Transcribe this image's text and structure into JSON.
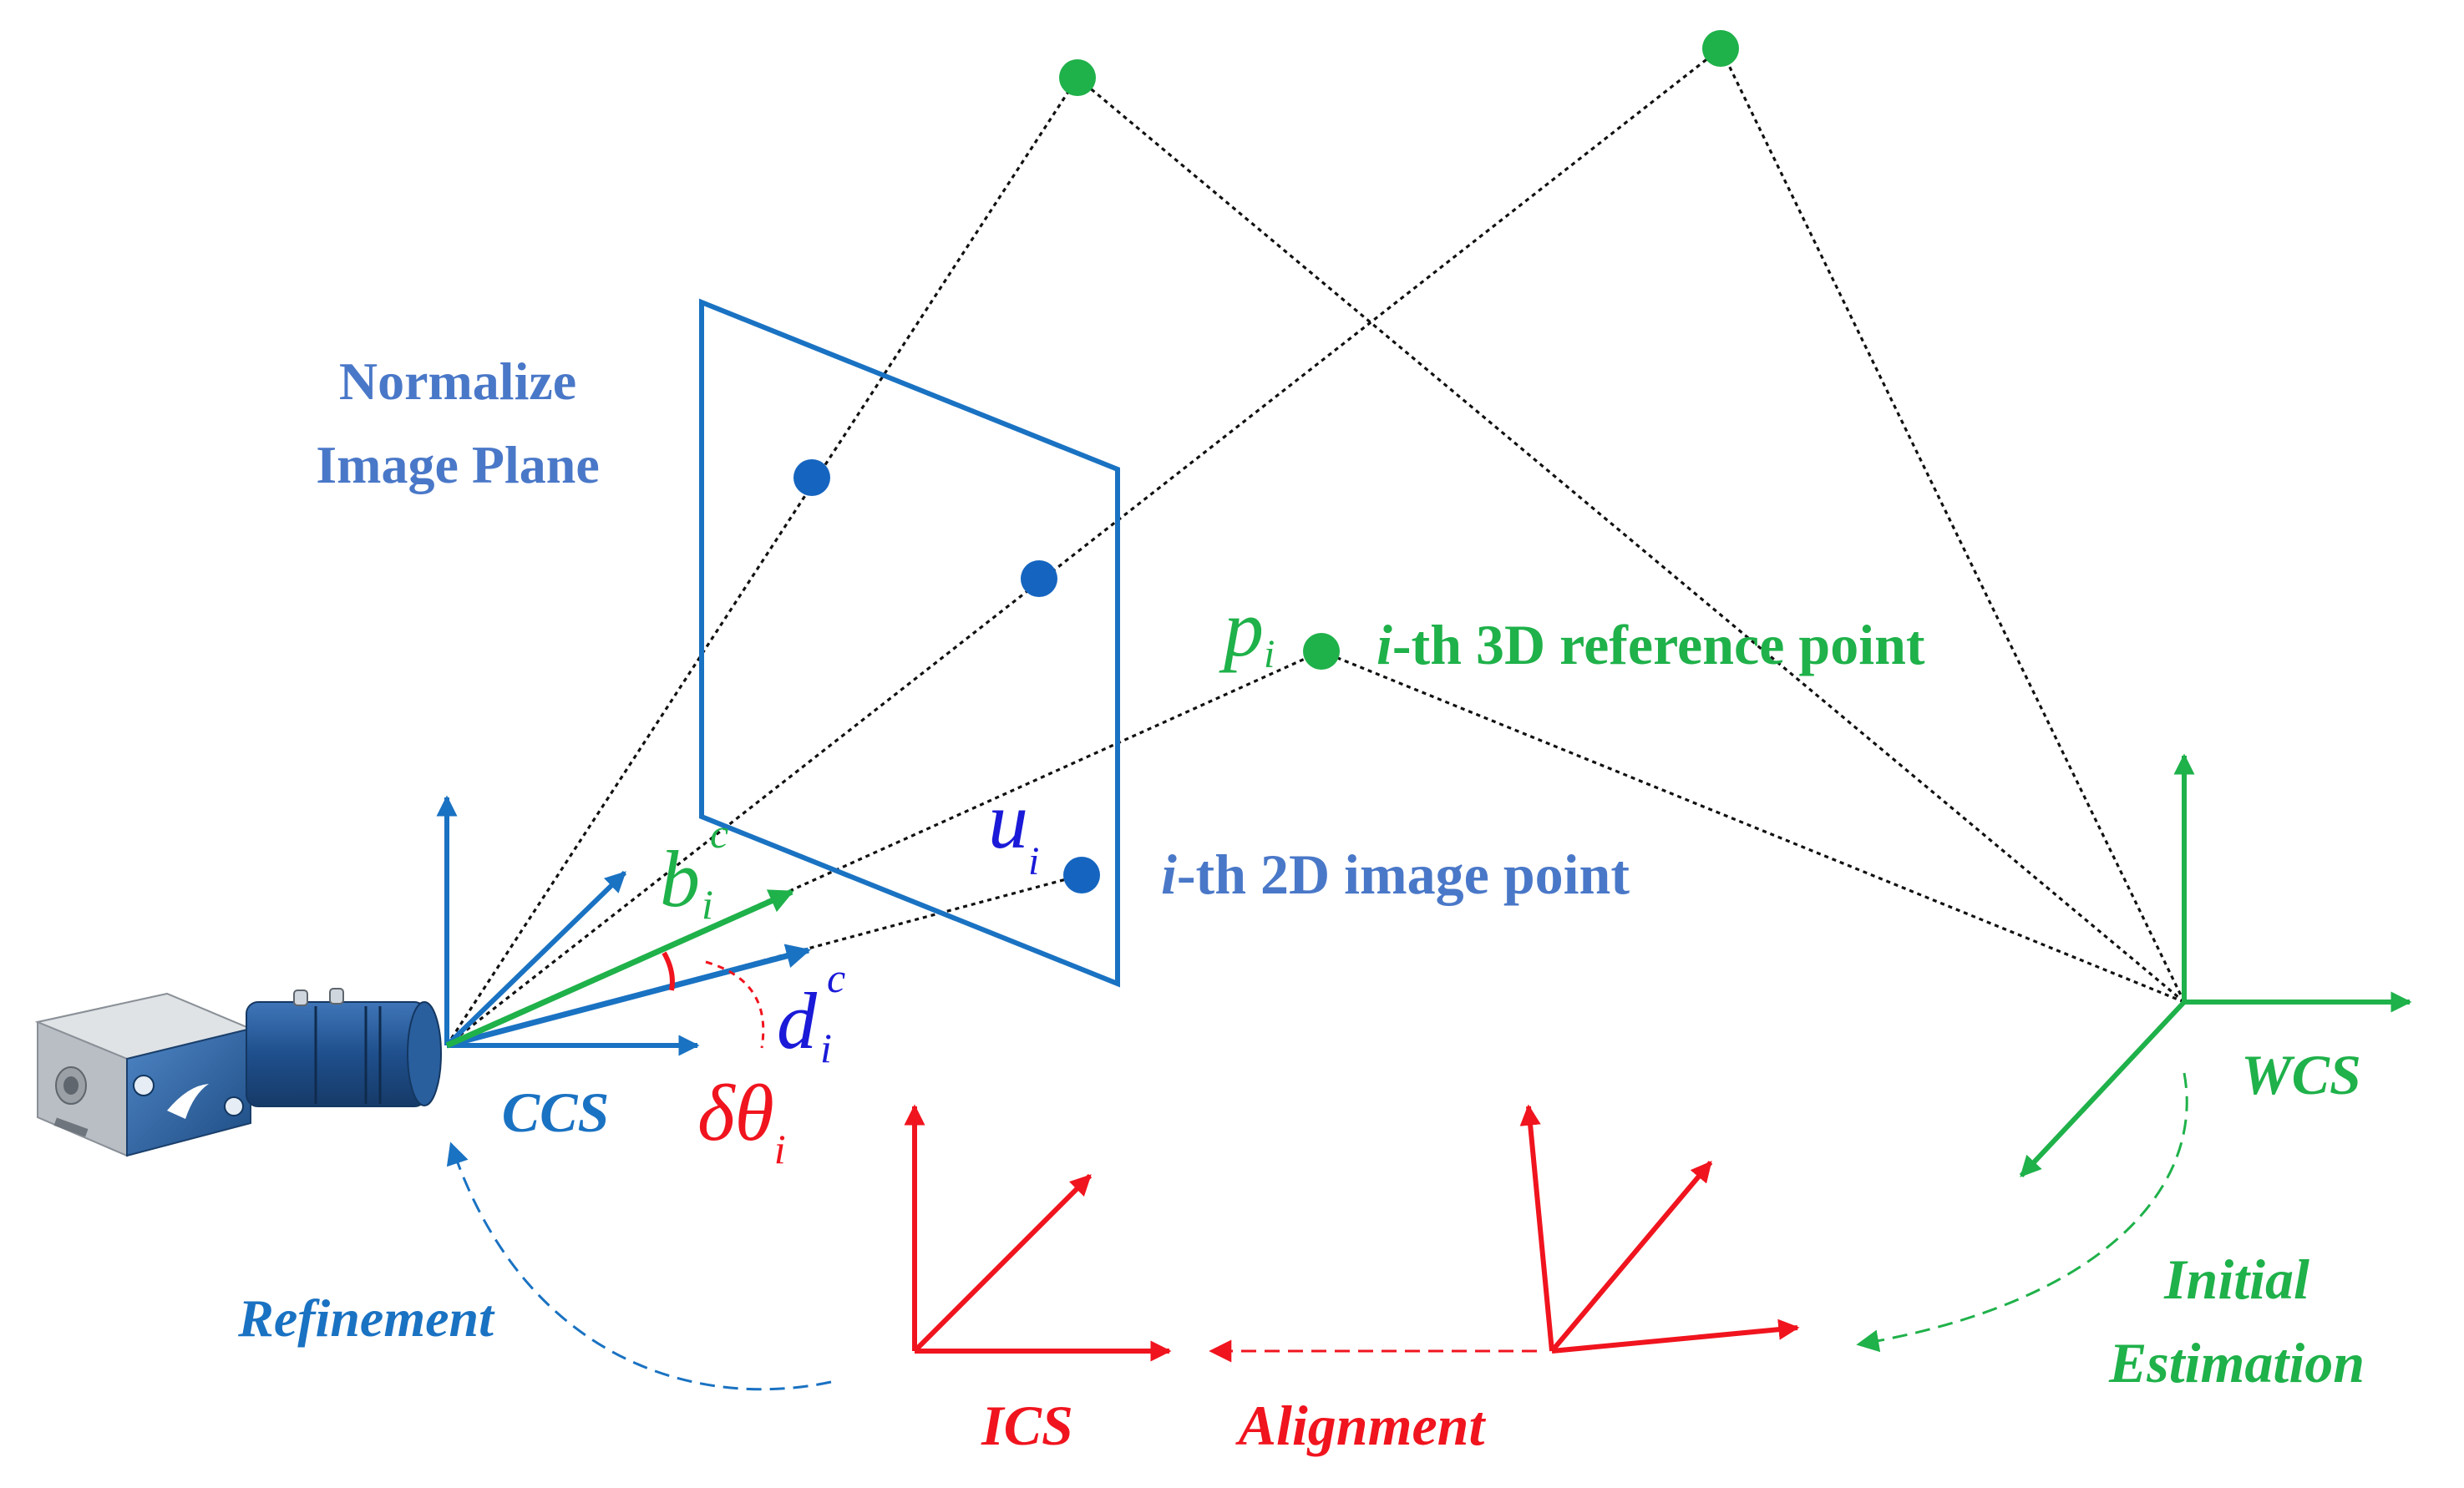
{
  "labels": {
    "normalize_line1": "Normalize",
    "normalize_line2": "Image Plane",
    "ref_point_prefix": "i",
    "ref_point_rest": "-th 3D reference point",
    "img_point_prefix": "i",
    "img_point_rest": "-th 2D image point",
    "ccs": "CCS",
    "wcs": "WCS",
    "ics": "ICS",
    "alignment": "Alignment",
    "refinement": "Refinement",
    "initial_line1": "Initial",
    "initial_line2": "Estimation"
  },
  "symbols": {
    "p": "p",
    "p_sub": "i",
    "u": "u",
    "u_sub": "i",
    "b": "b",
    "b_sub": "i",
    "b_sup": "c",
    "d": "d",
    "d_sub": "i",
    "d_sup": "c",
    "dtheta": "δθ",
    "dtheta_sub": "i"
  },
  "colors": {
    "blue": "#1a72c2",
    "point_blue": "#1565c0",
    "label_blue": "#4a78c8",
    "text_blue": "#1a1ad8",
    "green": "#1fb14a",
    "red": "#f0141e",
    "camera_blue": "#2a5f9e",
    "camera_grey": "#c8ccd0",
    "dotted": "#111111"
  },
  "icons": {
    "camera": "industrial-camera-icon"
  }
}
